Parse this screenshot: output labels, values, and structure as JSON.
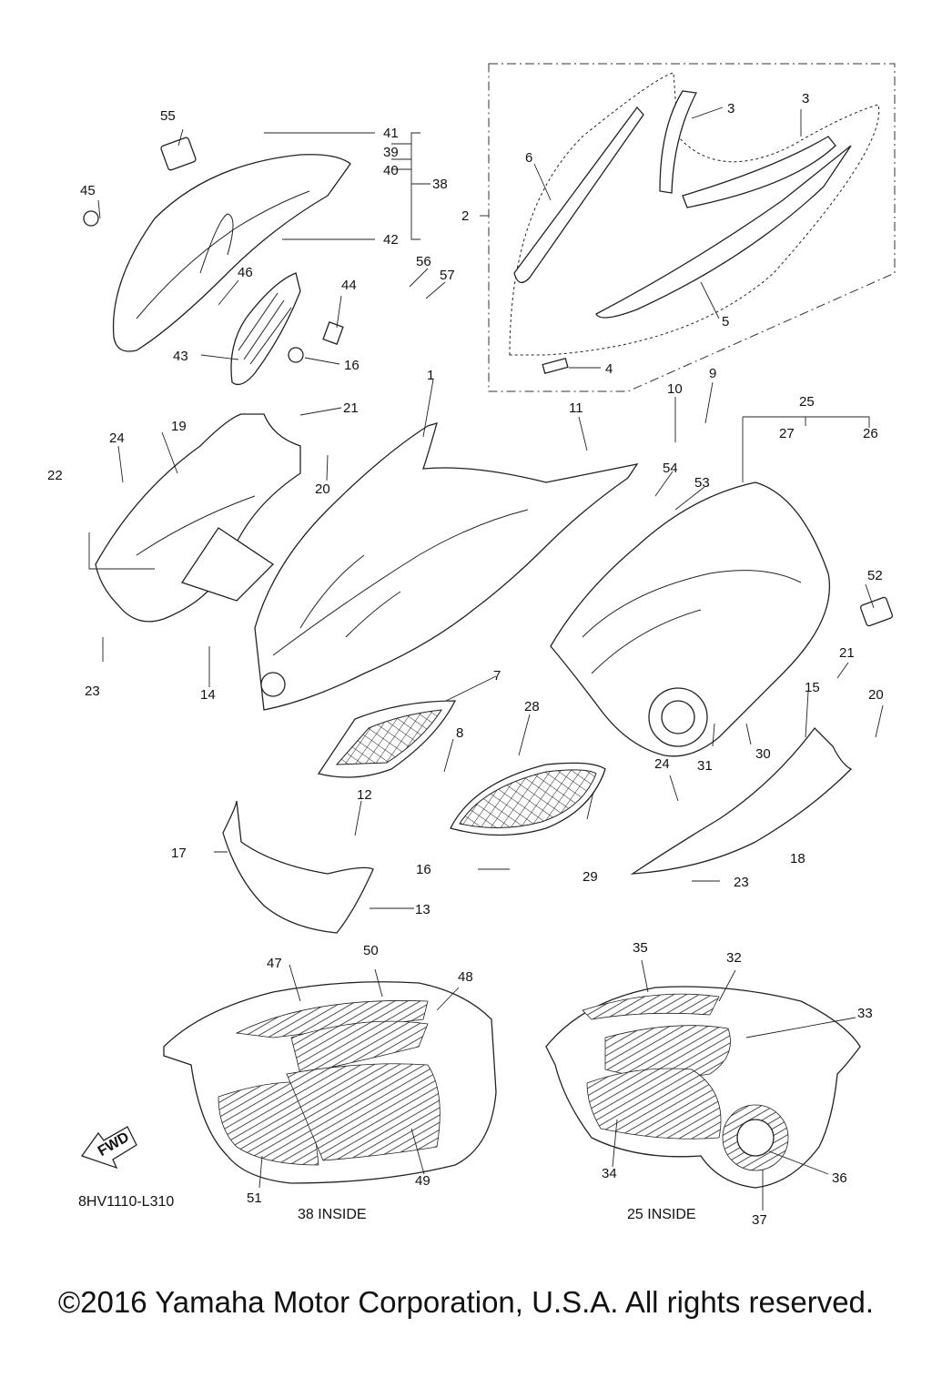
{
  "diagram_code": "8HV1110-L310",
  "fwd_label": "FWD",
  "inset_left_caption": "38 INSIDE",
  "inset_right_caption": "25 INSIDE",
  "copyright": "©2016 Yamaha Motor Corporation, U.S.A. All rights reserved.",
  "callouts": [
    "1",
    "2",
    "3",
    "3",
    "4",
    "5",
    "6",
    "7",
    "8",
    "9",
    "10",
    "11",
    "12",
    "13",
    "14",
    "15",
    "16",
    "16",
    "17",
    "18",
    "19",
    "20",
    "20",
    "21",
    "21",
    "22",
    "23",
    "23",
    "24",
    "24",
    "25",
    "26",
    "27",
    "28",
    "29",
    "30",
    "31",
    "32",
    "33",
    "34",
    "35",
    "36",
    "37",
    "38",
    "39",
    "40",
    "41",
    "42",
    "43",
    "44",
    "45",
    "46",
    "47",
    "48",
    "49",
    "50",
    "51",
    "52",
    "53",
    "54",
    "55",
    "56",
    "57"
  ]
}
